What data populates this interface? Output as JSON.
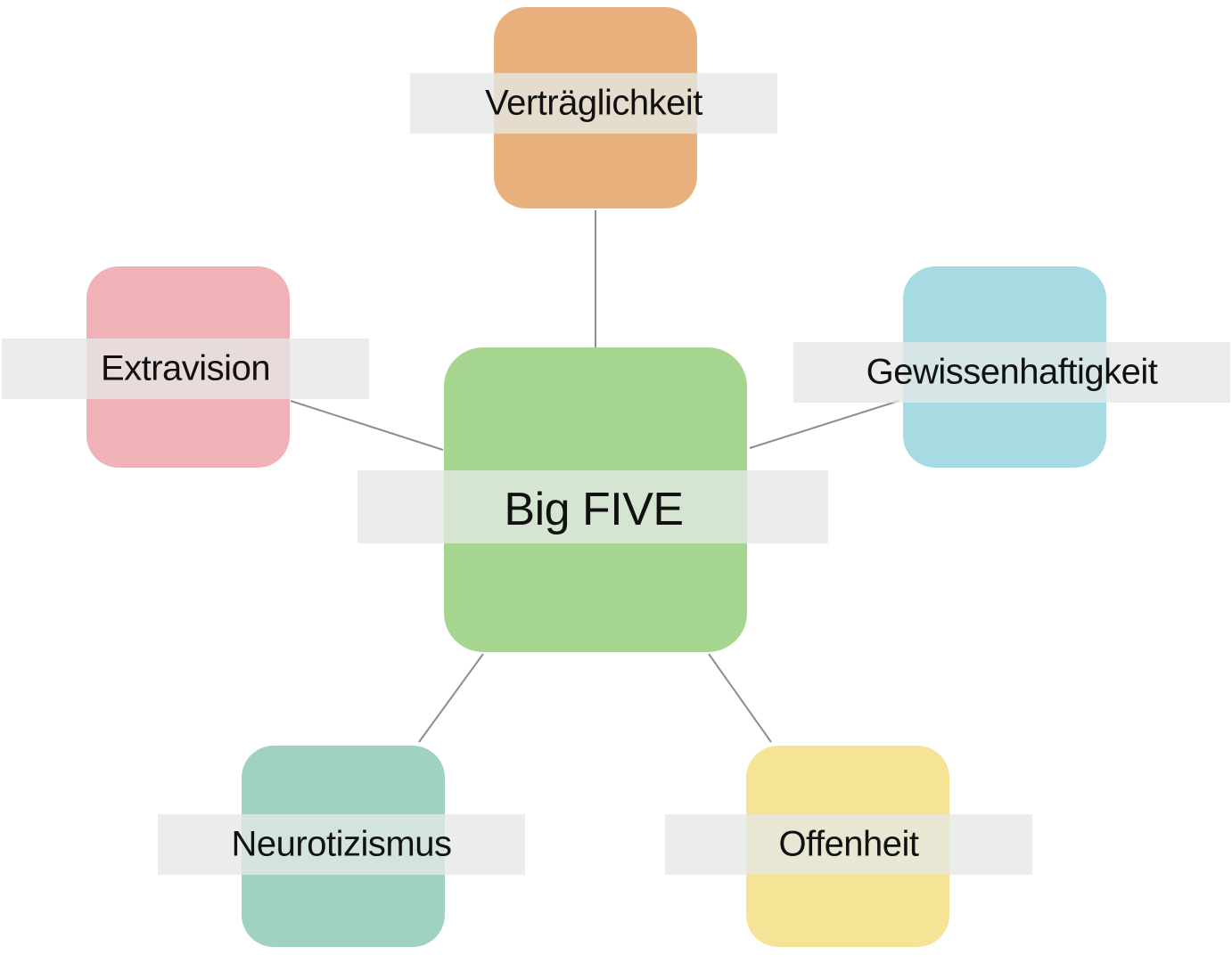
{
  "diagram": {
    "center": {
      "label": "Big FIVE",
      "color": "#a6d58f"
    },
    "traits": [
      {
        "label": "Verträglichkeit",
        "color": "#e8b07c"
      },
      {
        "label": "Extravision",
        "color": "#f0b2b6"
      },
      {
        "label": "Gewissenhaftigkeit",
        "color": "#a6dbe3"
      },
      {
        "label": "Neurotizismus",
        "color": "#9fd3bf"
      },
      {
        "label": "Offenheit",
        "color": "#f5e495"
      }
    ]
  }
}
